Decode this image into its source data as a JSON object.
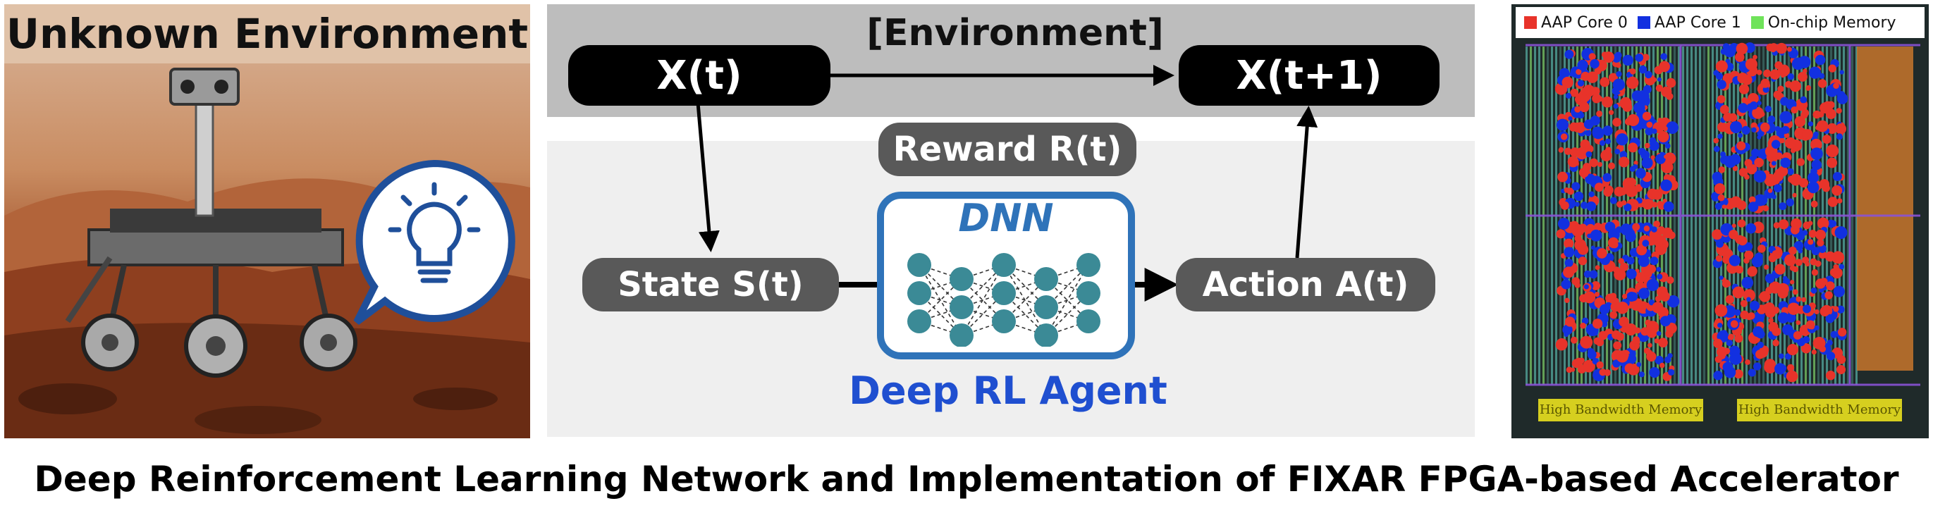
{
  "left": {
    "title": "Unknown Environment"
  },
  "environment": {
    "label": "[Environment]",
    "xt": "X(t)",
    "xt1": "X(t+1)"
  },
  "agent": {
    "reward": "Reward R(t)",
    "state": "State S(t)",
    "action": "Action A(t)",
    "dnn": "DNN",
    "label": "Deep RL Agent"
  },
  "fpga": {
    "legend": [
      {
        "label": "AAP Core 0",
        "color": "#e8332a"
      },
      {
        "label": "AAP Core 1",
        "color": "#1230e0"
      },
      {
        "label": "On-chip Memory",
        "color": "#6fe35a"
      }
    ],
    "hbm_left": "High Bandwidth Memory",
    "hbm_right": "High Bandwidth Memory"
  },
  "caption": "Deep Reinforcement Learning Network and Implementation of FIXAR FPGA-based Accelerator",
  "colors": {
    "accent_blue": "#2f73b9",
    "agent_text_blue": "#1f4fd0",
    "node_teal": "#3b8a96"
  }
}
